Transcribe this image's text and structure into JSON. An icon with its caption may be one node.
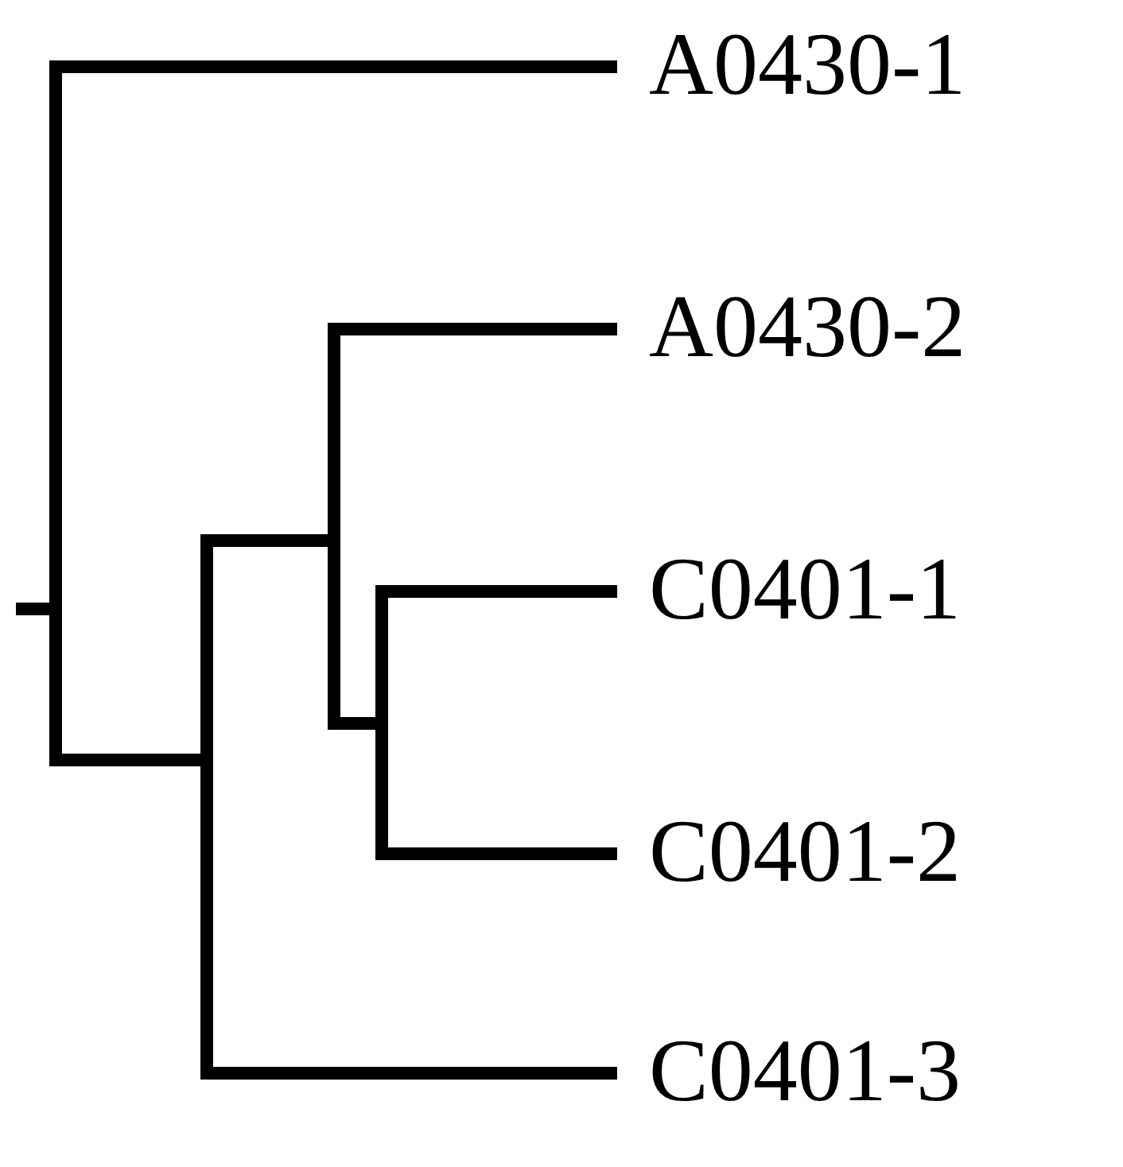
{
  "diagram": {
    "nodes": [
      {
        "text": [
          "A0430-1"
        ]
      },
      {
        "text": [
          "A0430-2"
        ]
      },
      {
        "text": [
          "C0401-1"
        ]
      },
      {
        "text": [
          "C0401-2"
        ]
      },
      {
        "text": [
          "C0401-3"
        ]
      }
    ],
    "edges": [
      {
        "from": null,
        "to": 0,
        "arrow": "none"
      },
      {
        "from": null,
        "to": 1,
        "arrow": "none"
      },
      {
        "from": null,
        "to": 2,
        "arrow": "none"
      },
      {
        "from": null,
        "to": 3,
        "arrow": "none"
      },
      {
        "from": null,
        "to": 4,
        "arrow": "none"
      }
    ]
  }
}
